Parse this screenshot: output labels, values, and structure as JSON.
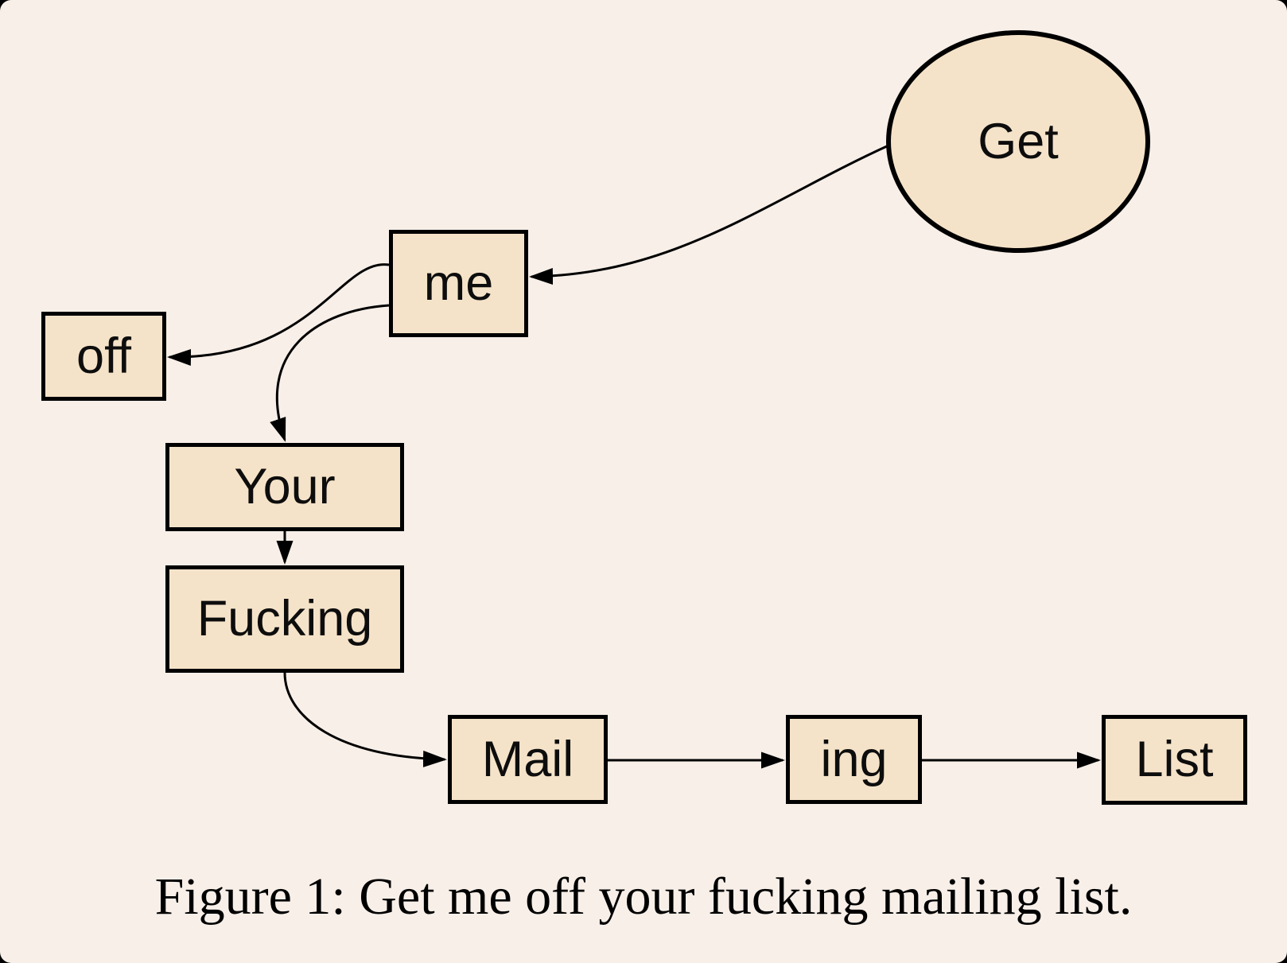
{
  "figure": {
    "caption": "Figure 1: Get me off your fucking mailing list."
  },
  "diagram": {
    "nodes": [
      {
        "id": "get",
        "label": "Get",
        "shape": "ellipse"
      },
      {
        "id": "me",
        "label": "me",
        "shape": "rect"
      },
      {
        "id": "off",
        "label": "off",
        "shape": "rect"
      },
      {
        "id": "your",
        "label": "Your",
        "shape": "rect"
      },
      {
        "id": "fucking",
        "label": "Fucking",
        "shape": "rect"
      },
      {
        "id": "mail",
        "label": "Mail",
        "shape": "rect"
      },
      {
        "id": "ing",
        "label": "ing",
        "shape": "rect"
      },
      {
        "id": "list",
        "label": "List",
        "shape": "rect"
      }
    ],
    "edges": [
      {
        "from": "Get",
        "to": "me"
      },
      {
        "from": "me",
        "to": "off"
      },
      {
        "from": "me",
        "to": "Your"
      },
      {
        "from": "Your",
        "to": "Fucking"
      },
      {
        "from": "Fucking",
        "to": "Mail"
      },
      {
        "from": "Mail",
        "to": "ing"
      },
      {
        "from": "ing",
        "to": "List"
      }
    ],
    "colors": {
      "background": "#f7efe8",
      "node_fill": "#f5e3c9",
      "stroke": "#000000",
      "text": "#0d0d0d"
    }
  }
}
